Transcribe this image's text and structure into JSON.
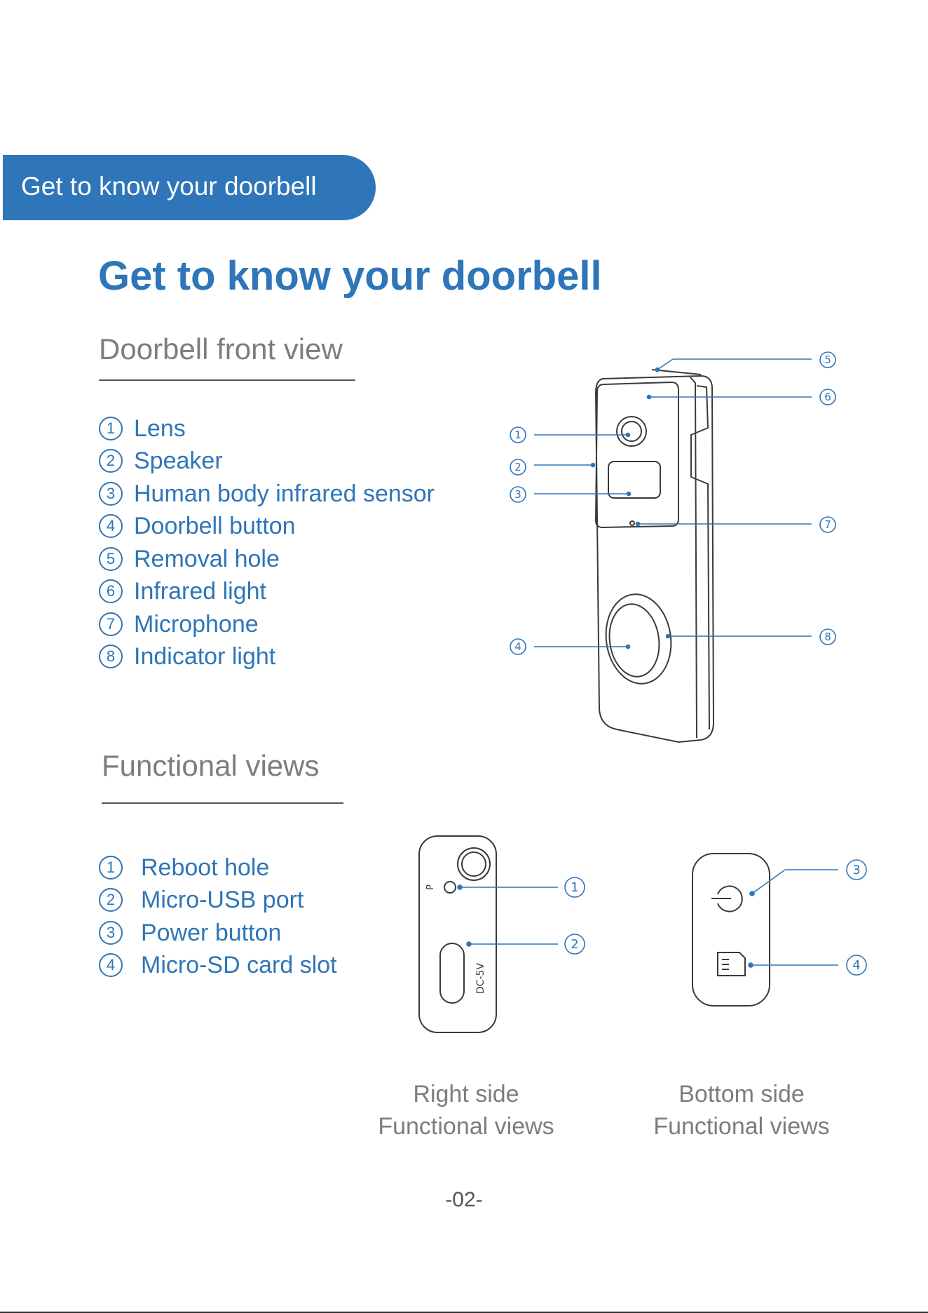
{
  "header": {
    "tab_label": "Get to know your doorbell"
  },
  "title": "Get to know your doorbell",
  "front_view": {
    "heading": "Doorbell front view",
    "items": [
      {
        "num": "1",
        "label": "Lens"
      },
      {
        "num": "2",
        "label": "Speaker"
      },
      {
        "num": "3",
        "label": "Human body infrared sensor"
      },
      {
        "num": "4",
        "label": "Doorbell button"
      },
      {
        "num": "5",
        "label": "Removal hole"
      },
      {
        "num": "6",
        "label": "Infrared light"
      },
      {
        "num": "7",
        "label": "Microphone"
      },
      {
        "num": "8",
        "label": "Indicator light"
      }
    ]
  },
  "functional_views": {
    "heading": "Functional views",
    "items": [
      {
        "num": "1",
        "label": "Reboot hole"
      },
      {
        "num": "2",
        "label": "Micro-USB port"
      },
      {
        "num": "3",
        "label": "Power button"
      },
      {
        "num": "4",
        "label": "Micro-SD card slot"
      }
    ],
    "right_side": {
      "line1": "Right side",
      "line2": "Functional views",
      "reboot_mark": "P",
      "port_mark": "DC-5V"
    },
    "bottom_side": {
      "line1": "Bottom side",
      "line2": "Functional views"
    }
  },
  "page_number": "-02-",
  "colors": {
    "accent": "#2e75b9",
    "heading_gray": "#7d7d7d"
  }
}
